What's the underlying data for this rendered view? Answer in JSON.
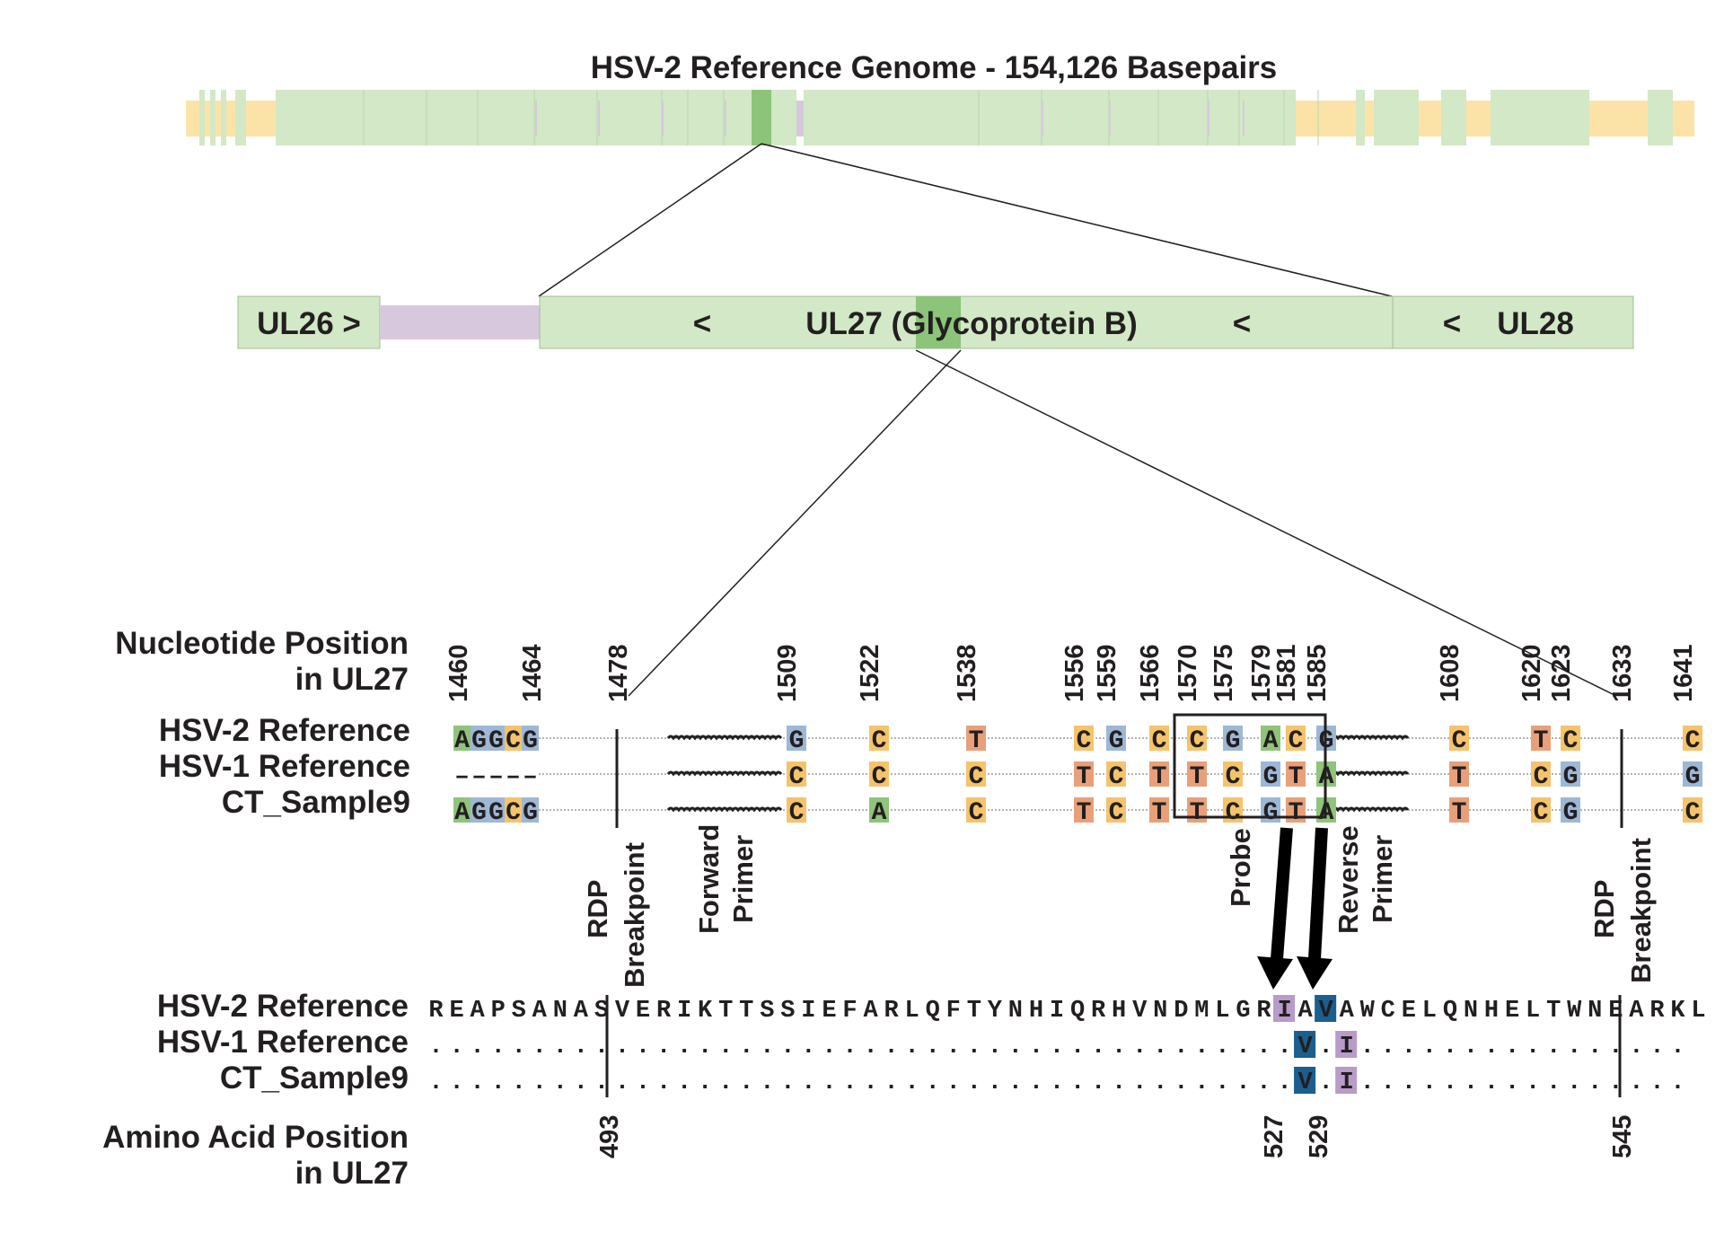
{
  "genome": {
    "title": "HSV-2 Reference Genome - 154,126 Basepairs"
  },
  "genes": {
    "ul26": "UL26 >",
    "ul27_lt_left": "<",
    "ul27": "UL27 (Glycoprotein B)",
    "ul27_lt_right": "<",
    "ul28_lt": "<",
    "ul28": "UL28"
  },
  "nucleotide": {
    "header_line1": "Nucleotide Position",
    "header_line2": "in UL27",
    "positions": [
      "1460",
      "1464",
      "1478",
      "1509",
      "1522",
      "1538",
      "1556",
      "1559",
      "1566",
      "1570",
      "1575",
      "1579",
      "1581",
      "1585",
      "1608",
      "1620",
      "1623",
      "1633",
      "1641"
    ],
    "rows": [
      {
        "label": "HSV-2 Reference",
        "seq": "AGGCG"
      },
      {
        "label": "HSV-1 Reference",
        "seq": "-----"
      },
      {
        "label": "CT_Sample9",
        "seq": "AGGCG"
      }
    ],
    "annotations": {
      "rdp_left_1": "RDP",
      "rdp_left_2": "Breakpoint",
      "fwd_1": "Forward",
      "fwd_2": "Primer",
      "probe": "Probe",
      "rev_1": "Reverse",
      "rev_2": "Primer",
      "rdp_right_1": "RDP",
      "rdp_right_2": "Breakpoint"
    }
  },
  "amino_acid": {
    "rows": [
      {
        "label": "HSV-2 Reference",
        "seq": "REAPSANASVERIKTTSSIEFARLQFTYNHIQRHVNDMLGRIAVAWCELQNHELTWNEARKL"
      },
      {
        "label": "HSV-1 Reference",
        "seq": "..........................................V.I................"
      },
      {
        "label": "CT_Sample9",
        "seq": "..........................................V.I................"
      }
    ],
    "positions": [
      "493",
      "527",
      "529",
      "545"
    ],
    "footer_line1": "Amino Acid Position",
    "footer_line2": "in UL27"
  },
  "colors": {
    "A": "#8fc47a",
    "C": "#f5c36b",
    "G": "#9db7d6",
    "T": "#e8a07a",
    "aa_I": "#b89bc8",
    "aa_V": "#1b5f8f",
    "gene_green": "#d2e8c7",
    "gene_dark": "#8cc47a",
    "intergenic": "#d8c8de",
    "genome_yellow": "#fbe3a8"
  }
}
